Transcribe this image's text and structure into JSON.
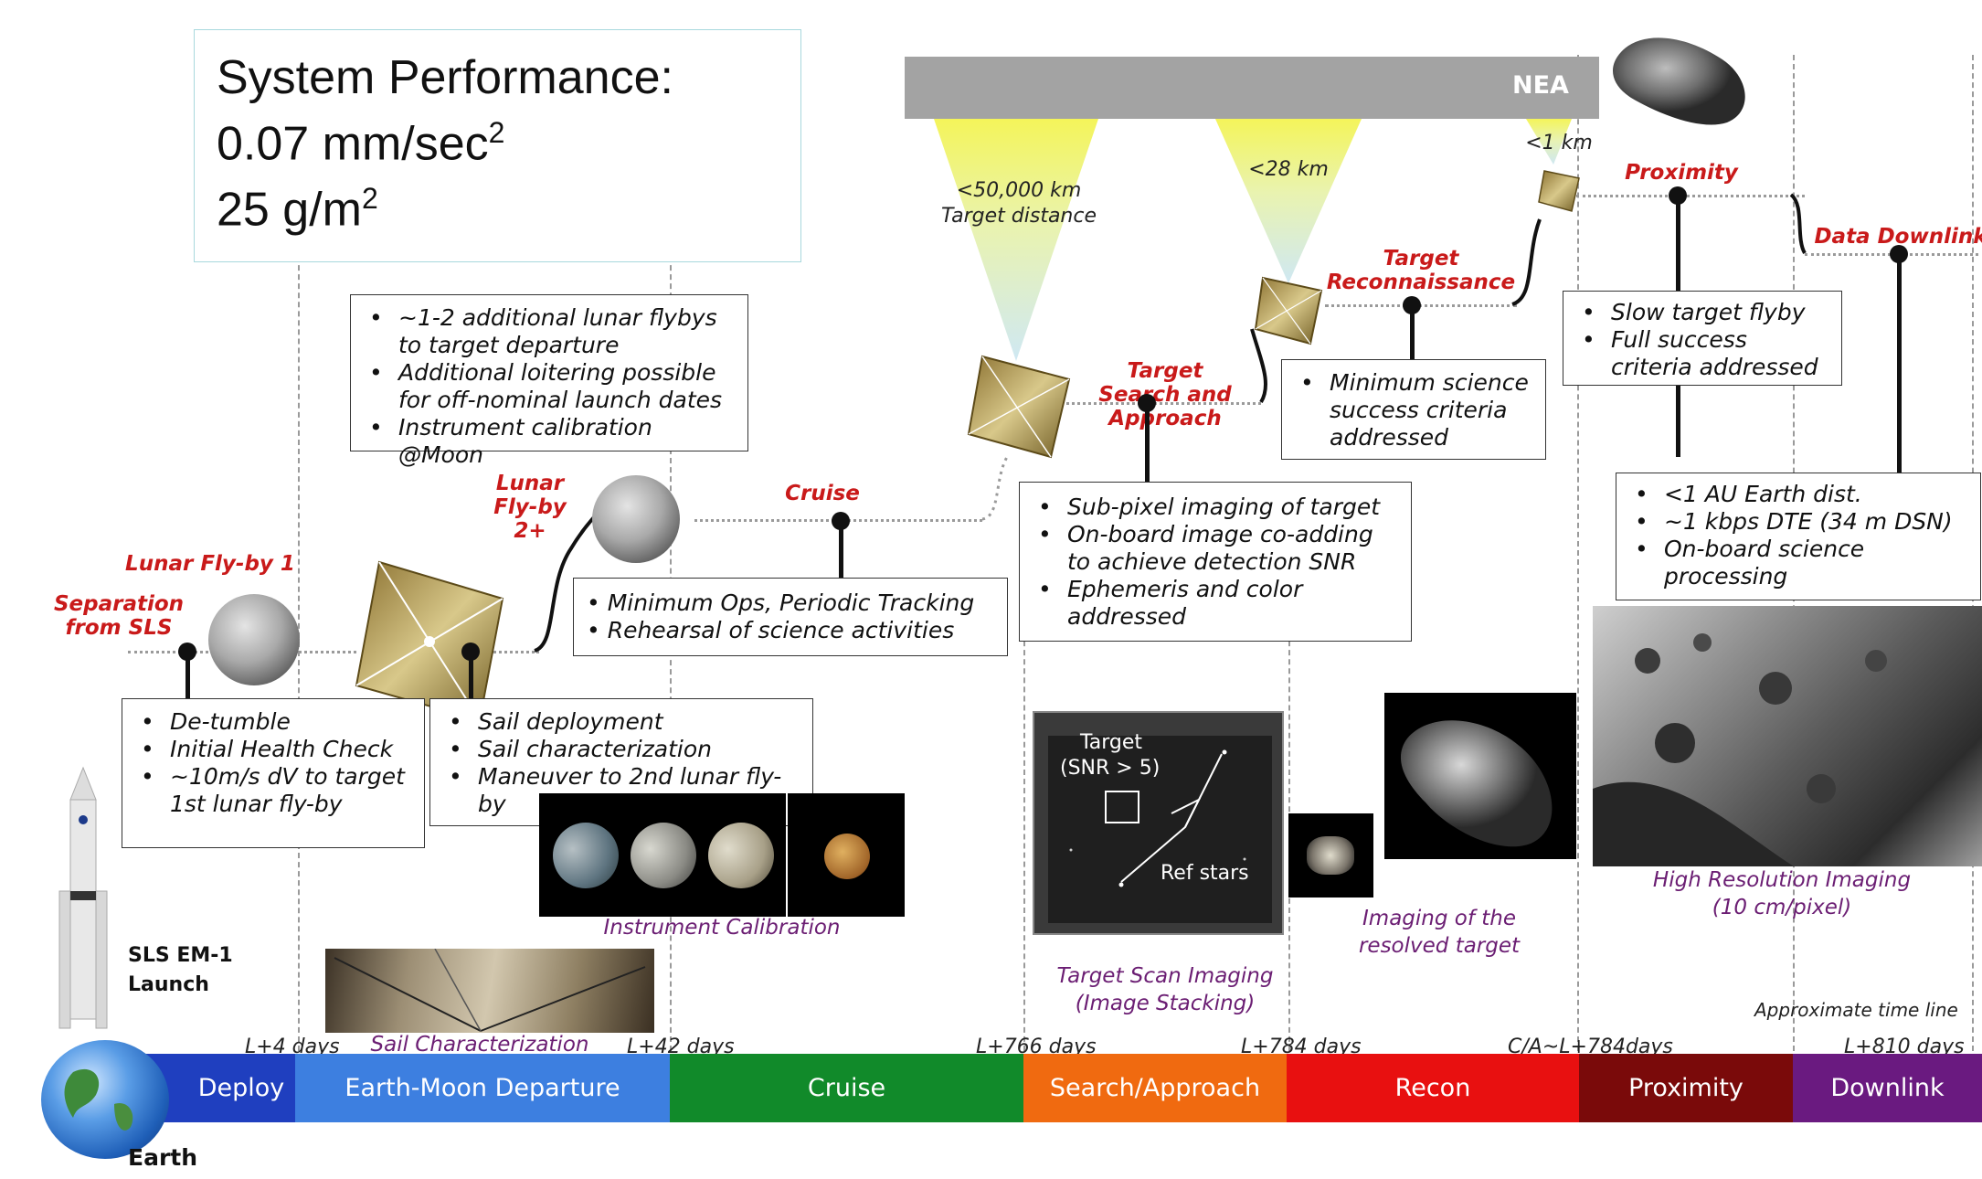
{
  "performance": {
    "heading": "System Performance:",
    "accel_value": "0.07 mm/sec",
    "accel_exp": "2",
    "areal_value": "25 g/m",
    "areal_exp": "2"
  },
  "nea_label": "NEA",
  "distances": {
    "far_line1": "<50,000 km",
    "far_line2": "Target distance",
    "mid": "<28 km",
    "near": "<1 km"
  },
  "milestones": {
    "separation": "Separation from SLS",
    "lunar_flyby_1": "Lunar Fly-by 1",
    "lunar_flyby_2": "Lunar Fly-by 2+",
    "cruise": "Cruise",
    "target_search": "Target Search and Approach",
    "target_recon": "Target Reconnaissance",
    "proximity": "Proximity",
    "data_downlink": "Data Downlink"
  },
  "boxes": {
    "separation": [
      "De-tumble",
      "Initial Health Check",
      "~10m/s dV to target 1st lunar fly-by"
    ],
    "deployment": [
      "Sail deployment",
      "Sail characterization",
      "Maneuver to 2nd lunar fly-by"
    ],
    "lunar_flybys": [
      "~1-2 additional lunar flybys to target departure",
      "Additional loitering possible for off-nominal launch dates",
      "Instrument calibration @Moon"
    ],
    "cruise": [
      "• Minimum Ops, Periodic Tracking",
      "• Rehearsal of science activities"
    ],
    "search": [
      "Sub-pixel imaging of target",
      "On-board image co-adding to achieve detection SNR",
      "Ephemeris and color addressed"
    ],
    "recon": [
      "Minimum science success criteria addressed"
    ],
    "proximity": [
      "Slow target flyby",
      "Full success criteria addressed"
    ],
    "downlink": [
      "<1 AU Earth dist.",
      "~1 kbps DTE (34 m DSN)",
      "On-board science processing"
    ]
  },
  "image_captions": {
    "instrument_calibration": "Instrument Calibration",
    "sail_characterization": "Sail Characterization",
    "target_scan_line1": "Target Scan Imaging",
    "target_scan_line2": "(Image Stacking)",
    "resolved_line1": "Imaging of the",
    "resolved_line2": "resolved target",
    "hires_line1": "High Resolution Imaging",
    "hires_line2": "(10 cm/pixel)"
  },
  "stack_labels": {
    "target": "Target",
    "snr": "(SNR > 5)",
    "ref_stars": "Ref stars"
  },
  "launch": {
    "line1": "SLS EM-1",
    "line2": "Launch"
  },
  "earth_label": "Earth",
  "approx_timeline": "Approximate time line",
  "ticks": [
    "L+4 days",
    "L+42 days",
    "L+766 days",
    "L+784 days",
    "C/A~L+784days",
    "L+810 days"
  ],
  "phases": [
    {
      "label": "Deploy",
      "color": "#1f3fbf"
    },
    {
      "label": "Earth-Moon Departure",
      "color": "#3d7fe0"
    },
    {
      "label": "Cruise",
      "color": "#118a2a"
    },
    {
      "label": "Search/Approach",
      "color": "#f06a10"
    },
    {
      "label": "Recon",
      "color": "#e81010"
    },
    {
      "label": "Proximity",
      "color": "#7a0a0a"
    },
    {
      "label": "Downlink",
      "color": "#6a1a80"
    }
  ]
}
